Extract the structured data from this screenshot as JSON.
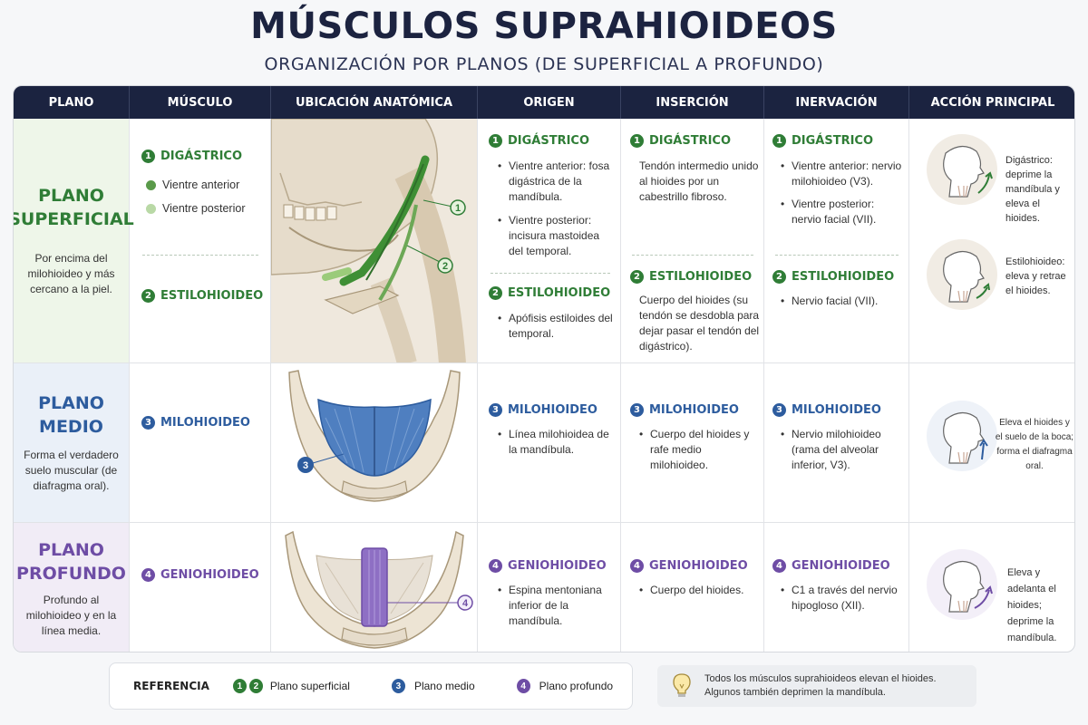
{
  "title": "MÚSCULOS SUPRAHIOIDEOS",
  "subtitle": "ORGANIZACIÓN POR PLANOS (DE SUPERFICIAL A PROFUNDO)",
  "headers": [
    "PLANO",
    "MÚSCULO",
    "UBICACIÓN ANATÓMICA",
    "ORIGEN",
    "INSERCIÓN",
    "INERVACIÓN",
    "ACCIÓN PRINCIPAL"
  ],
  "colors": {
    "superficial": "#2f7d36",
    "medio": "#2d5c9e",
    "profundo": "#6e4da5",
    "header_bg": "#1b2340"
  },
  "rows": {
    "superficial": {
      "plano_l1": "PLANO",
      "plano_l2": "SUPERFICIAL",
      "desc": "Por encima del milohioideo y más cercano a la piel.",
      "m1": {
        "num": "1",
        "name": "DIGÁSTRICO",
        "sub1": "Vientre anterior",
        "sub2": "Vientre posterior"
      },
      "m2": {
        "num": "2",
        "name": "ESTILOHIOIDEO"
      },
      "origen": {
        "h1": "DIGÁSTRICO",
        "b1": "Vientre anterior: fosa digástrica de la mandíbula.",
        "b2": "Vientre posterior: incisura mastoidea del temporal.",
        "h2": "ESTILOHIOIDEO",
        "b3": "Apófisis estiloides del temporal."
      },
      "insercion": {
        "h1": "DIGÁSTRICO",
        "t1": "Tendón intermedio unido al hioides por un cabestrillo fibroso.",
        "h2": "ESTILOHIOIDEO",
        "t2": "Cuerpo del hioides (su tendón se desdobla para dejar pasar el tendón del digástrico)."
      },
      "inervacion": {
        "h1": "DIGÁSTRICO",
        "b1": "Vientre anterior: nervio milohioideo (V3).",
        "b2": "Vientre posterior: nervio facial (VII).",
        "h2": "ESTILOHIOIDEO",
        "b3": "Nervio facial (VII)."
      },
      "accion1": "Digástrico: deprime la mandíbula y eleva el hioides.",
      "accion2": "Estilohioideo: eleva y retrae el hioides."
    },
    "medio": {
      "plano_l1": "PLANO",
      "plano_l2": "MEDIO",
      "desc": "Forma el verdadero suelo muscular (de diafragma oral).",
      "m1": {
        "num": "3",
        "name": "MILOHIOIDEO"
      },
      "origen": {
        "h1": "MILOHIOIDEO",
        "b1": "Línea milohioidea de la mandíbula."
      },
      "insercion": {
        "h1": "MILOHIOIDEO",
        "b1": "Cuerpo del hioides y rafe medio milohioideo."
      },
      "inervacion": {
        "h1": "MILOHIOIDEO",
        "b1": "Nervio milohioideo (rama del alveolar inferior, V3)."
      },
      "accion": "Eleva el hioides y el suelo de la boca; forma el diafragma oral."
    },
    "profundo": {
      "plano_l1": "PLANO",
      "plano_l2": "PROFUNDO",
      "desc": "Profundo al milohioideo y en la línea media.",
      "m1": {
        "num": "4",
        "name": "GENIOHIOIDEO"
      },
      "origen": {
        "h1": "GENIOHIOIDEO",
        "b1": "Espina mentoniana inferior de la mandíbula."
      },
      "insercion": {
        "h1": "GENIOHIOIDEO",
        "b1": "Cuerpo del hioides."
      },
      "inervacion": {
        "h1": "GENIOHIOIDEO",
        "b1": "C1 a través del nervio hipogloso (XII)."
      },
      "accion": "Eleva y adelanta el hioides; deprime la mandíbula."
    }
  },
  "legend": {
    "title": "REFERENCIA",
    "n1": "1",
    "n2": "2",
    "n3": "3",
    "n4": "4",
    "superficial": "Plano superficial",
    "medio": "Plano medio",
    "profundo": "Plano profundo"
  },
  "tip": {
    "icon": "lightbulb-icon",
    "line1": "Todos los músculos suprahioideos elevan el hioides.",
    "line2": "Algunos también deprimen la mandíbula."
  }
}
